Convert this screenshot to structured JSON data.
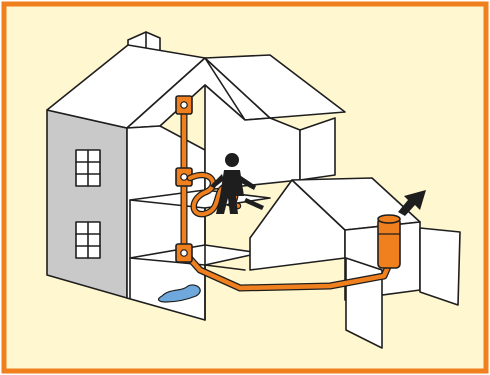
{
  "diagram": {
    "colors": {
      "frame": "#F07F1E",
      "background": "#FFF7CF",
      "outline": "#1E1E1E",
      "wall_white": "#FFFFFF",
      "wall_gray": "#C9C9C9",
      "pipe": "#F07F1E",
      "water_puddle": "#6FA8DC"
    },
    "icons": [
      "house-cutaway",
      "central-vacuum-inlet",
      "vacuum-hose",
      "person-vacuuming",
      "power-unit-canister",
      "exhaust-arrow",
      "water-puddle"
    ]
  }
}
